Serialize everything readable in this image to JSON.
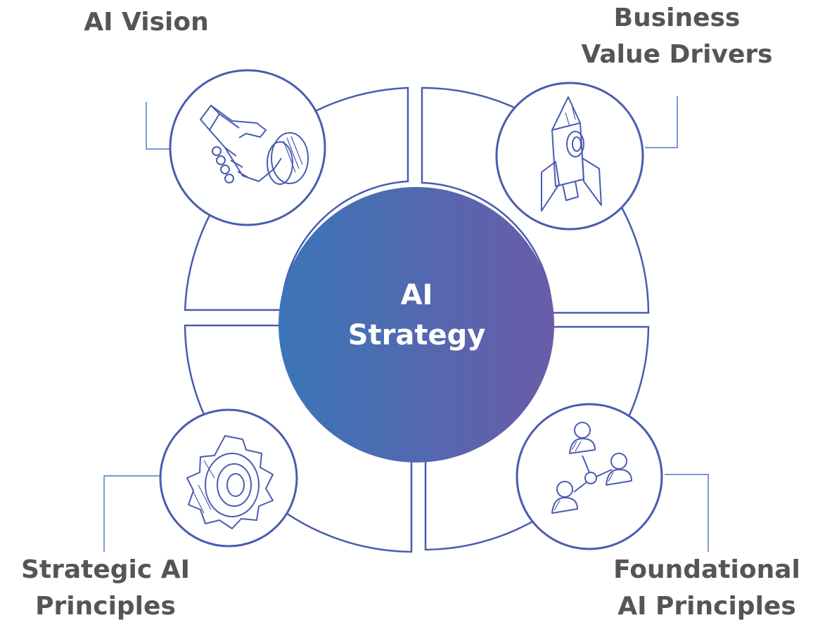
{
  "center": {
    "line1": "AI",
    "line2": "Strategy"
  },
  "labels": {
    "top_left": {
      "line1": "AI Vision"
    },
    "top_right": {
      "line1": "Business",
      "line2": "Value Drivers"
    },
    "bottom_left": {
      "line1": "Strategic AI",
      "line2": "Principles"
    },
    "bottom_right": {
      "line1": "Foundational",
      "line2": "AI Principles"
    }
  },
  "icons": {
    "top_left": "handshake-icon",
    "top_right": "rocket-icon",
    "bottom_left": "gear-icon",
    "bottom_right": "people-network-icon"
  },
  "colors": {
    "stroke": "#4a5cb0",
    "gradient_start": "#3a75b8",
    "gradient_end": "#6a5ca8",
    "label": "#555555"
  }
}
